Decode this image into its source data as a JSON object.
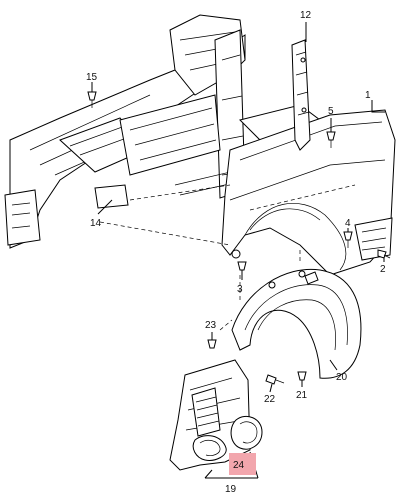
{
  "callouts": {
    "c1": "1",
    "c2": "2",
    "c3": "3",
    "c4": "4",
    "c5": "5",
    "c12": "12",
    "c14": "14",
    "c15": "15",
    "c19": "19",
    "c20": "20",
    "c21": "21",
    "c22": "22",
    "c23": "23",
    "c24": "24"
  },
  "highlight_color": "#f2a6ad"
}
